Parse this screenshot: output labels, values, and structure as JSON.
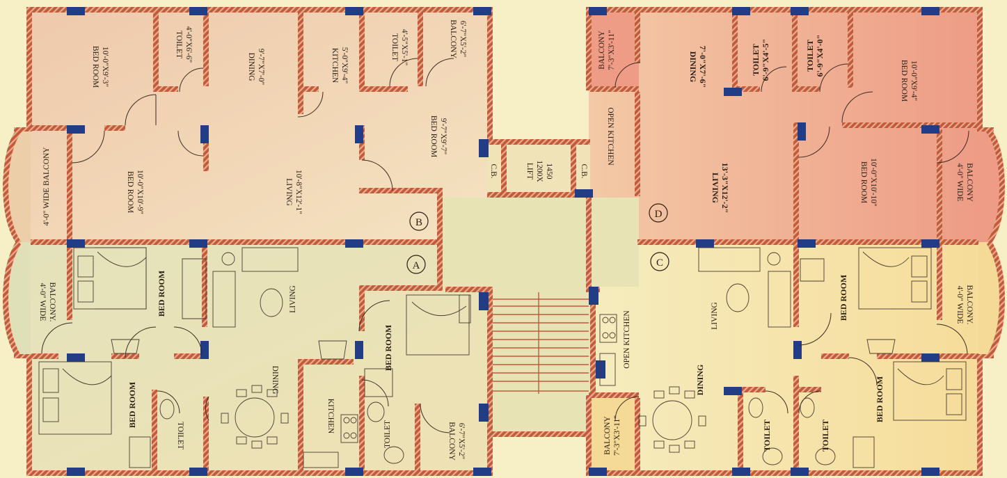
{
  "colors": {
    "background": "#f7f0c6",
    "wall": "#c25a3c",
    "wall_hatch": "#e7a98a",
    "column": "#233c86",
    "unit_a_fill": "#e8e3b6",
    "unit_b_fill": "#f1d5b6",
    "unit_c_fill": "#f4e2a8",
    "unit_d_fill": "#f1b79c",
    "core_fill": "#e6e1b3"
  },
  "unit_tags": {
    "a": "A",
    "b": "B",
    "c": "C",
    "d": "D"
  },
  "unit_b": {
    "bed1": {
      "name": "BED ROOM",
      "dim": "10'-0\"X9'-3\""
    },
    "toilet1": {
      "name": "TOILET",
      "dim": "4'-0\"X6'-6\""
    },
    "dining": {
      "name": "DINING",
      "dim": "9'-7\"X7'-0\""
    },
    "kitchen": {
      "name": "KITCHEN",
      "dim": "5'-0\"X9'-4\""
    },
    "toilet2": {
      "name": "TOILET",
      "dim": "4'-5\"X5'-1\""
    },
    "balcony": {
      "name": "BALCONY",
      "dim": "6'-7\"X5'-2\""
    },
    "bed2": {
      "name": "BED ROOM",
      "dim": "9'-7\"X9'-7\""
    },
    "wide_balcony": "4'-0\" WIDE BALCONY",
    "bed3": {
      "name": "BED ROOM",
      "dim": "10'-0\"X10'-9\""
    },
    "living": {
      "name": "LIVING",
      "dim": "10'-8\"X12'-1\""
    }
  },
  "core": {
    "cb_left": "C.B.",
    "cb_right": "C.B.",
    "lift": {
      "name": "LIFT",
      "size1": "1200X",
      "size2": "1450"
    }
  },
  "unit_d": {
    "balcony": {
      "name": "BALCONY",
      "dim": "7'-3\"X3'-11\""
    },
    "open_kitchen": "OPEN KITCHEN",
    "dining": {
      "name": "DINING",
      "dim": "7'-0\"X7'-6\""
    },
    "toilet1": {
      "name": "TOILET",
      "dim": "6'-9\"X4'-5\""
    },
    "toilet2": {
      "name": "TOILET",
      "dim": "6'-9\"X4'-0\""
    },
    "bed1": {
      "name": "BED ROOM",
      "dim": "10'-0\"X9'-4\""
    },
    "living": {
      "name": "LIVING",
      "dim": "13'-3\"X12'-2\""
    },
    "bed2": {
      "name": "BED ROOM",
      "dim": "10'-0\"X10'-10\""
    },
    "wide_balcony": {
      "line1": "4'-0\" WIDE",
      "line2": "BALCONY"
    }
  },
  "unit_a": {
    "wide_balcony": {
      "line1": "4'-0\" WIDE",
      "line2": "BALCONY."
    },
    "bed1": "BED ROOM",
    "living": "LIVING",
    "bed2": "BED ROOM",
    "dining": "DINING",
    "toilet1": "TOILET",
    "kitchen": "KITCHEN",
    "toilet2": "TOILET",
    "bed3": "BED ROOM",
    "balcony": {
      "name": "BALCONY",
      "dim": "6'-7\"X5'-2\""
    }
  },
  "unit_c": {
    "open_kitchen": "OPEN KITCHEN",
    "balcony": {
      "name": "BALCONY",
      "dim": "7'-3\"X3'-11\""
    },
    "living": "LIVING",
    "dining": "DINING",
    "toilet1": "TOILET",
    "toilet2": "TOILET",
    "bed1": "BED ROOM",
    "bed2": "BED ROOM",
    "wide_balcony": {
      "line1": "4'-0\" WIDE",
      "line2": "BALCONY."
    }
  }
}
